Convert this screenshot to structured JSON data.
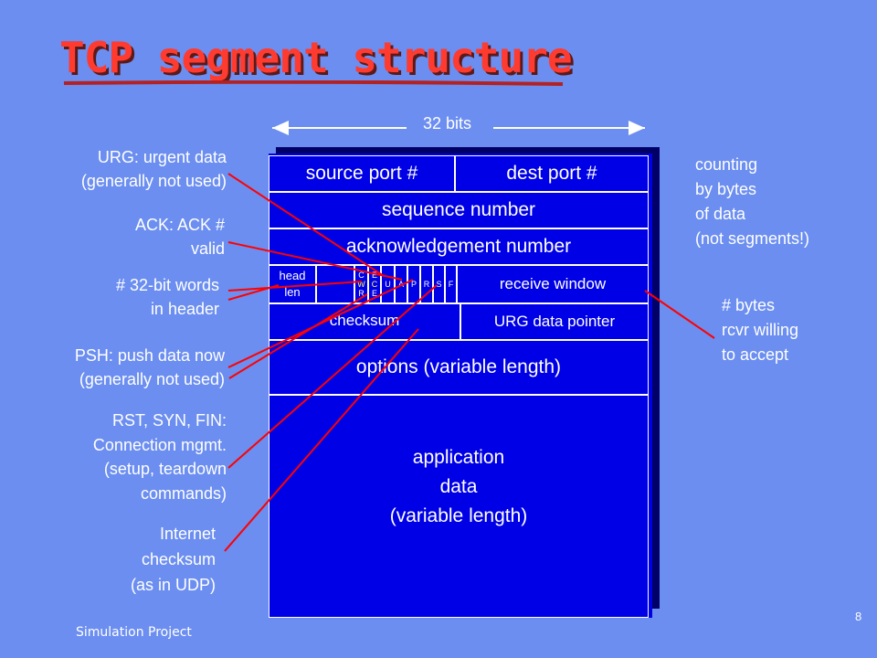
{
  "title": "TCP segment structure",
  "bits_label": "32 bits",
  "fields": {
    "source_port": "source port #",
    "dest_port": "dest port #",
    "sequence": "sequence number",
    "ack": "acknowledgement number",
    "head_len_1": "head",
    "head_len_2": "len",
    "flags": {
      "cwr": [
        "C",
        "W",
        "R"
      ],
      "ece": [
        "E",
        "C",
        "E"
      ],
      "u": "U",
      "a": "A",
      "p": "P",
      "r": "R",
      "s": "S",
      "f": "F"
    },
    "receive_window": "receive window",
    "checksum": "checksum",
    "urg_pointer": "URG data pointer",
    "options": "options (variable length)",
    "app_1": "application",
    "app_2": "data",
    "app_3": "(variable length)"
  },
  "annotations": {
    "urg": [
      "URG: urgent data",
      "(generally not used)"
    ],
    "ack": [
      "ACK: ACK #",
      "valid"
    ],
    "hlen": [
      "# 32-bit words",
      "in header"
    ],
    "psh": [
      "PSH: push data now",
      "(generally not used)"
    ],
    "rst": [
      "RST, SYN, FIN:",
      "Connection mgmt.",
      "(setup, teardown",
      "commands)"
    ],
    "checksum": [
      "Internet",
      "checksum",
      "(as in UDP)"
    ],
    "counting": [
      "counting",
      "by bytes",
      "of data",
      "(not segments!)"
    ],
    "rcvr": [
      "# bytes",
      "rcvr willing",
      "to accept"
    ]
  },
  "footer": "Simulation Project",
  "page_number": "8",
  "colors": {
    "background": "#6b8ef0",
    "segment": "#0000e6",
    "title": "#ff3b30",
    "pointer_line": "#ff0000"
  }
}
